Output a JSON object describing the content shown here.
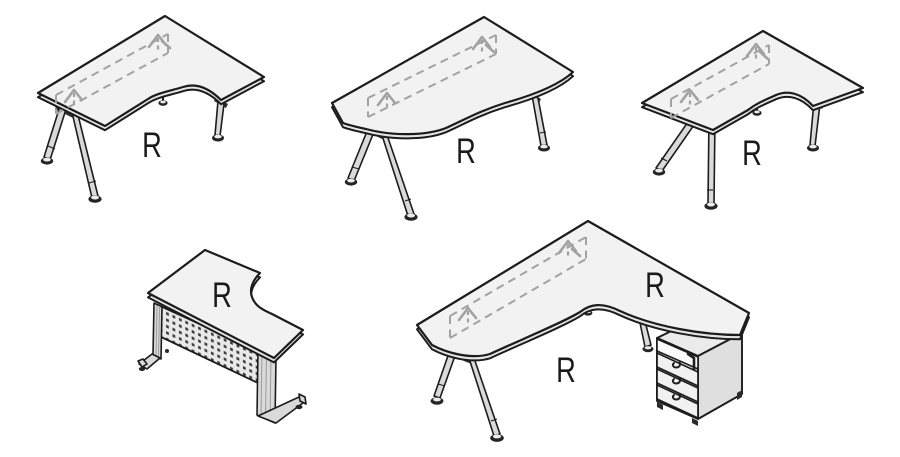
{
  "colors": {
    "outline": "#1c1c1c",
    "surface": "#f2f2f2",
    "edge": "#e6e6e6",
    "hidden": "#a2a2a2",
    "label": "#1a1a1a",
    "leg": "#dadada"
  },
  "desks": [
    {
      "name": "ergonomic-corner-desk-left-a-legs",
      "label": "R"
    },
    {
      "name": "wave-desk-a-legs",
      "label": "R"
    },
    {
      "name": "ergonomic-corner-desk-right-a-legs",
      "label": "R"
    },
    {
      "name": "ergonomic-desk-cantilever-legs-modesty-panel",
      "label": "R"
    },
    {
      "name": "corner-desk-a-legs-with-drawer-pedestal",
      "label": "R",
      "label_secondary": "R"
    }
  ]
}
